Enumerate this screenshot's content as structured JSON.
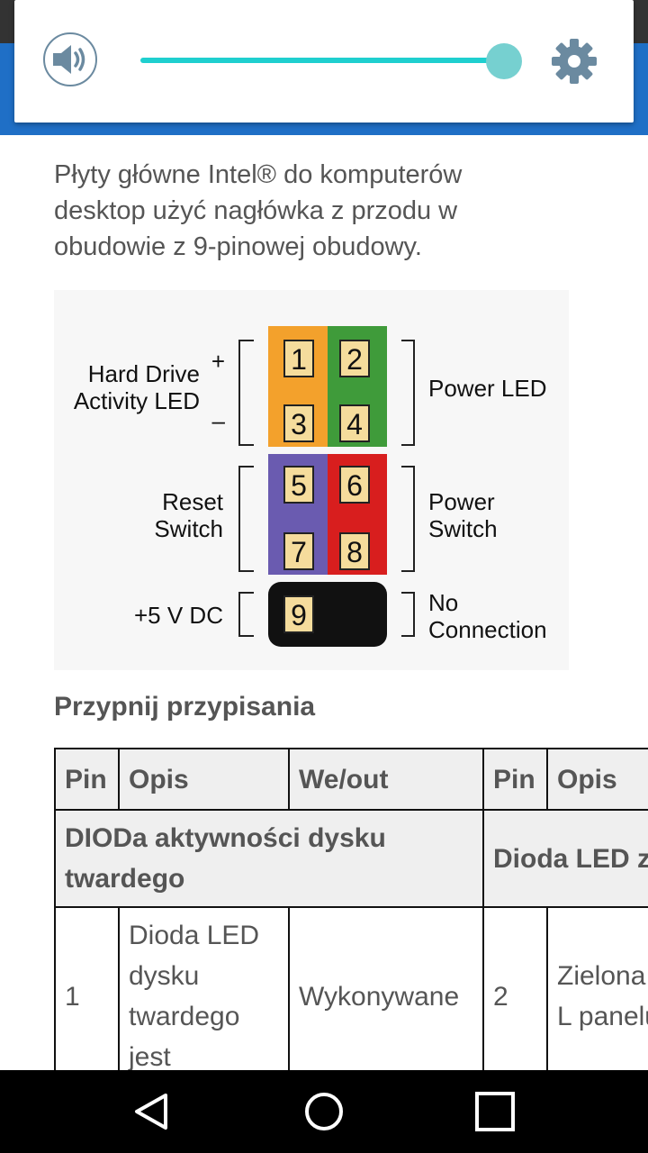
{
  "intro_text": "Płyty główne Intel® do komputerów desktop użyć nagłówka z przodu w obudowie z 9-pinowej obudowy.",
  "volume_panel": {
    "level": 0.98,
    "accent_color": "#1fcfcf"
  },
  "diagram": {
    "left_labels": {
      "hdd_line1": "Hard Drive",
      "hdd_line2": "Activity LED",
      "plus": "+",
      "minus": "–",
      "reset_line1": "Reset",
      "reset_line2": "Switch",
      "v5": "+5 V DC"
    },
    "right_labels": {
      "power_led": "Power LED",
      "power_line1": "Power",
      "power_line2": "Switch",
      "noconn_line1": "No",
      "noconn_line2": "Connection"
    },
    "pins": [
      "1",
      "2",
      "3",
      "4",
      "5",
      "6",
      "7",
      "8",
      "9"
    ],
    "colors": {
      "orange": "#f3a12c",
      "green": "#3f9b3a",
      "purple": "#6a5bb0",
      "red": "#d81e1e",
      "black": "#111111",
      "pin_box": "#f5dc9c"
    }
  },
  "section_title": "Przypnij przypisania",
  "table": {
    "headers": [
      "Pin",
      "Opis",
      "We/out",
      "Pin",
      "Opis"
    ],
    "group_left": "DIODa aktywności dysku twardego",
    "group_right": "Dioda LED z",
    "row1": {
      "pin_left": "1",
      "opis_left": "Dioda LED dysku twardego jest",
      "inout": "Wykonywane",
      "pin_right": "2",
      "opis_right": "Zielona dioda L panelu"
    }
  },
  "nav": [
    "back-icon",
    "home-icon",
    "recents-icon"
  ]
}
